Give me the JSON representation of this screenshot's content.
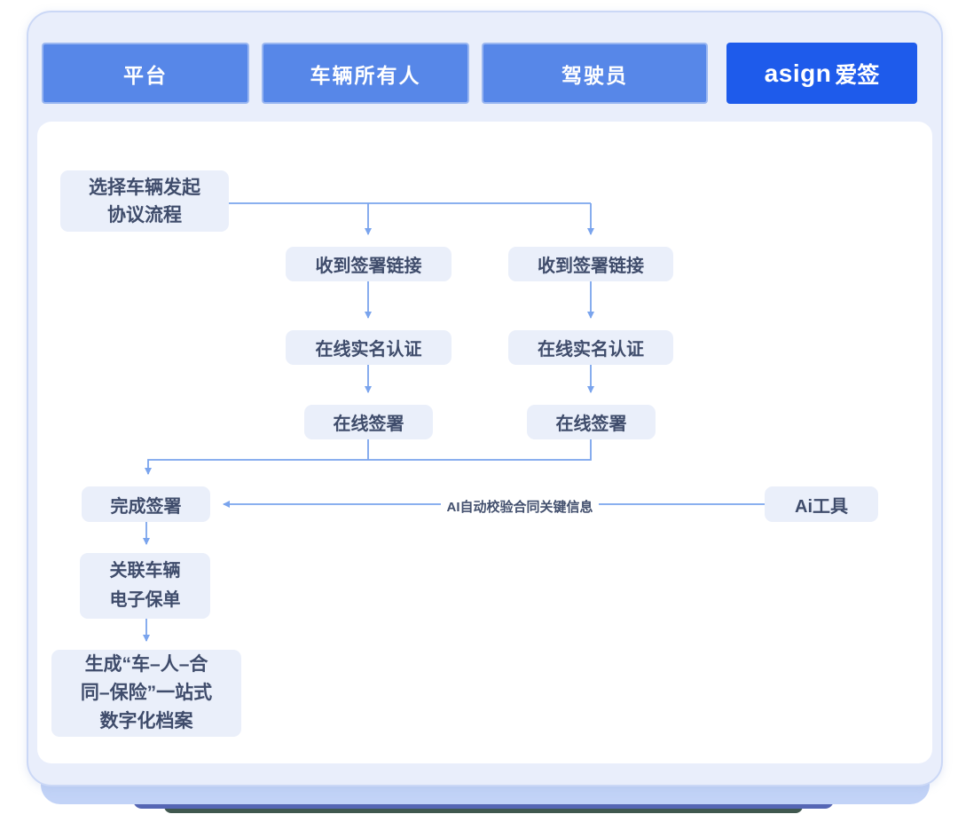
{
  "header": {
    "columns": [
      {
        "label": "平台"
      },
      {
        "label": "车辆所有人"
      },
      {
        "label": "驾驶员"
      }
    ],
    "brand": {
      "latin": "asign",
      "cjk": "爱签"
    }
  },
  "flow": {
    "select_vehicle": "选择车辆发起\n协议流程",
    "receive_link_owner": "收到签署链接",
    "receive_link_driver": "收到签署链接",
    "realname_owner": "在线实名认证",
    "realname_driver": "在线实名认证",
    "sign_owner": "在线签署",
    "sign_driver": "在线签署",
    "finish_sign": "完成签署",
    "ai_tool": "Ai工具",
    "ai_note": "AI自动校验合同关键信息",
    "link_policy": "关联车辆\n电子保单",
    "generate_archive": "生成“车–人–合\n同–保险”一站式\n数字化档案"
  },
  "colors": {
    "header_button": "#5787e8",
    "brand_button": "#1e5beb",
    "node_background": "#eaeffa",
    "node_text": "#3f4c6b",
    "connector": "#7aa4ed",
    "card_background": "#e9eefb",
    "card_border": "#cbd8f6"
  }
}
